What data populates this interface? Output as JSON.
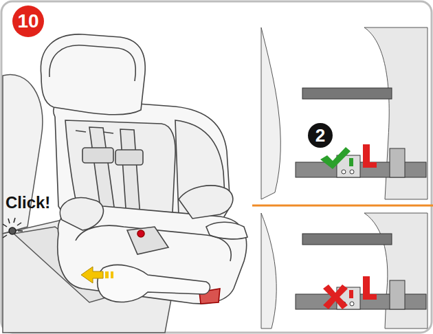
{
  "diagram": {
    "nodes": [
      {
        "text": [
          "10"
        ]
      },
      {
        "text": [
          "2"
        ]
      }
    ],
    "labels": [
      "Click!"
    ]
  }
}
